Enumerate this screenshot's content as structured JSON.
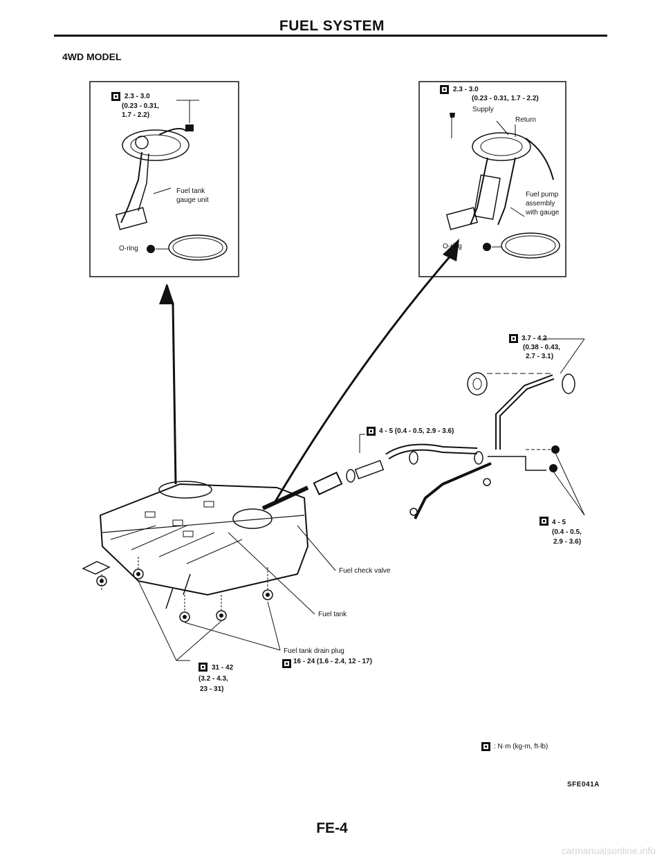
{
  "header": {
    "title": "FUEL SYSTEM"
  },
  "section": {
    "label": "4WD MODEL"
  },
  "left_inset": {
    "torque": "2.3 - 3.0",
    "torque_alt1": "(0.23 - 0.31,",
    "torque_alt2": "1.7 - 2.2)",
    "part1": "Fuel tank",
    "part2": "gauge unit",
    "oring": "O-ring"
  },
  "right_inset": {
    "torque": "2.3 - 3.0",
    "torque_alt": "(0.23 - 0.31, 1.7 - 2.2)",
    "supply": "Supply",
    "return": "Return",
    "part1": "Fuel pump",
    "part2": "assembly",
    "part3": "with gauge",
    "oring": "O-ring"
  },
  "callouts": {
    "filler_torque": "3.7 - 4.2",
    "filler_alt1": "(0.38 - 0.43,",
    "filler_alt2": "2.7 - 3.1)",
    "hose_clamp": "4 - 5 (0.4 - 0.5, 2.9 - 3.6)",
    "bracket_torque": "4 - 5",
    "bracket_alt1": "(0.4 - 0.5,",
    "bracket_alt2": "2.9 - 3.6)",
    "check_valve": "Fuel check valve",
    "fuel_tank": "Fuel tank",
    "drain_plug": "Fuel tank drain plug",
    "drain_torque": "16 - 24 (1.6 - 2.4, 12 - 17)",
    "mount_torque": "31 - 42",
    "mount_alt1": "(3.2 - 4.3,",
    "mount_alt2": "23 - 31)"
  },
  "legend": {
    "text": ": N·m (kg-m, ft-lb)"
  },
  "figure_code": "SFE041A",
  "footer": {
    "page": "FE-4"
  },
  "watermark": "carmanualsonline.info"
}
